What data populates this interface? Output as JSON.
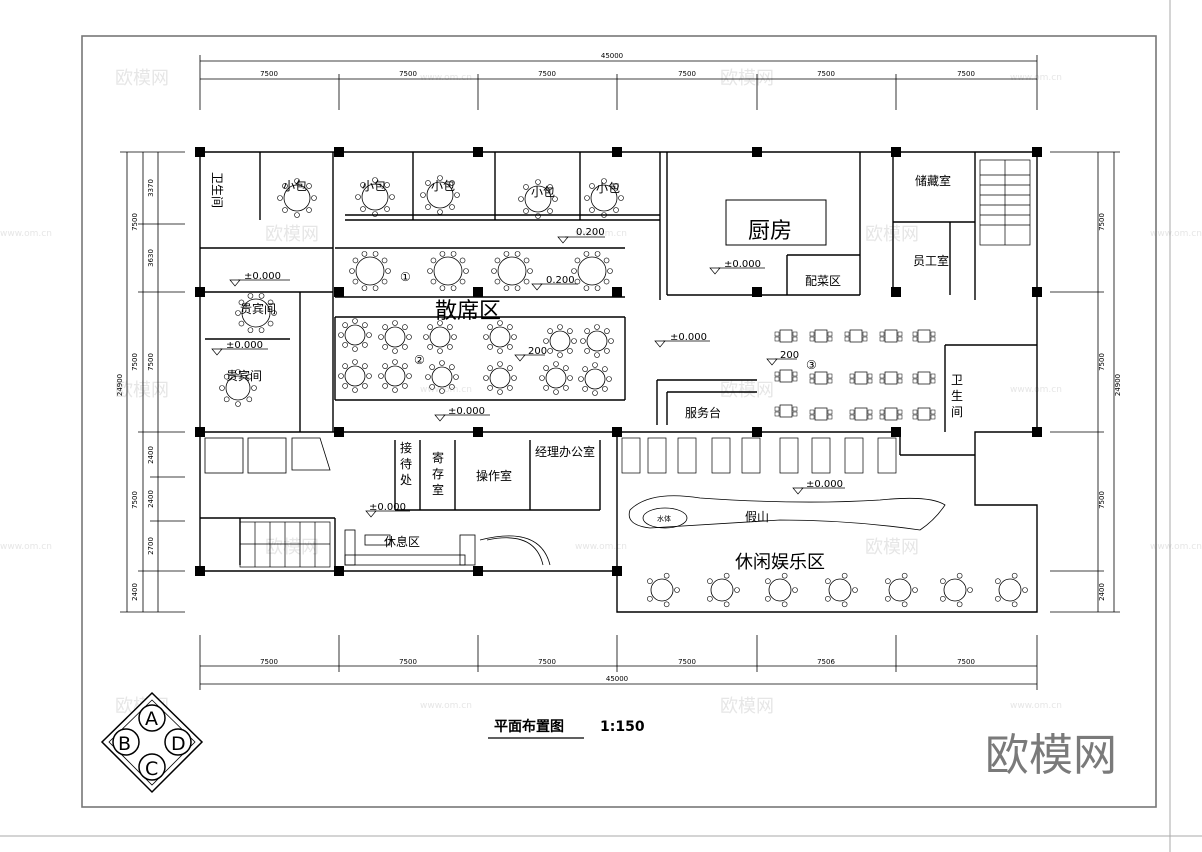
{
  "title": "平面布置图",
  "scale": "1:150",
  "logo_text": "欧模网",
  "watermark_text": "欧模网",
  "watermark_url": "www.om.cn",
  "overall_dimension": "45000",
  "bay_dims_top": [
    "7500",
    "7500",
    "7500",
    "7500",
    "7500",
    "7500"
  ],
  "bay_dims_bottom": [
    "7500",
    "7500",
    "7500",
    "7500",
    "7506",
    "7500"
  ],
  "left_dims": [
    "3370",
    "3630",
    "7500",
    "2400",
    "2400",
    "2700",
    "2400"
  ],
  "left_group_dims": [
    "7500",
    "7500",
    "7500"
  ],
  "total_height_dim": "24900",
  "right_dims": [
    "7500",
    "7500",
    "7500",
    "2400"
  ],
  "levels": {
    "a": "0.200",
    "b": "0.200",
    "c": "±0.000",
    "d": "±0.000",
    "e": "±0.000",
    "f": "±0.000",
    "g": "±0.000",
    "h": "±0.000",
    "i": "±0.000",
    "j": "200",
    "k": "200"
  },
  "rooms": {
    "toilet_top": "卫生间",
    "private_rooms": [
      "小包",
      "小包",
      "小包",
      "小包",
      "小包"
    ],
    "kitchen": "厨房",
    "storage": "储藏室",
    "staff_room": "员工室",
    "prep_area": "配菜区",
    "vip_1": "贵宾间",
    "vip_2": "贵宾间",
    "hall": "散席区",
    "service_desk": "服务台",
    "toilet_right_1": "卫",
    "toilet_right_2": "生",
    "toilet_right_3": "间",
    "reception_1": "接",
    "reception_2": "待",
    "reception_3": "处",
    "checkroom_1": "寄",
    "checkroom_2": "存",
    "checkroom_3": "室",
    "operation_room": "操作室",
    "manager_office": "经理办公室",
    "rest_area": "休息区",
    "rockery": "假山",
    "pool": "水体",
    "leisure_area": "休闲娱乐区"
  },
  "zone_numbers": [
    "①",
    "②",
    "③"
  ],
  "compass": [
    "A",
    "B",
    "C",
    "D"
  ]
}
